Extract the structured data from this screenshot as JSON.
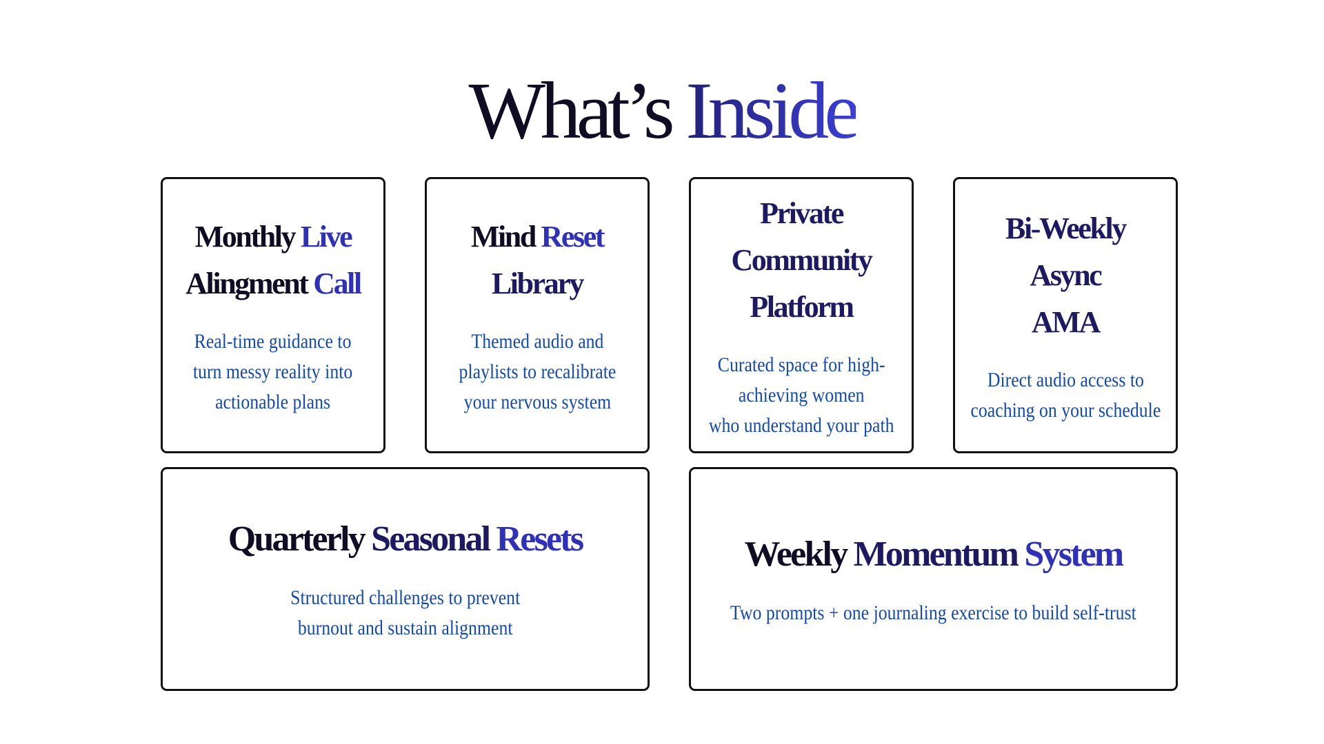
{
  "title": {
    "dark": "What’s",
    "accent": "Inside"
  },
  "cards": [
    {
      "title_lines": [
        [
          "Monthly",
          "Live"
        ],
        [
          "Alingment",
          "Call"
        ]
      ],
      "desc_lines": [
        "Real-time guidance to",
        "turn messy reality into",
        "actionable plans"
      ]
    },
    {
      "title_lines": [
        [
          "Mind",
          "Reset"
        ],
        [
          "Library"
        ]
      ],
      "desc_lines": [
        "Themed audio and",
        "playlists to recalibrate",
        "your nervous system"
      ]
    },
    {
      "title_lines": [
        [
          "Private"
        ],
        [
          "Community"
        ],
        [
          "Platform"
        ]
      ],
      "desc_lines": [
        "Curated space for high-",
        "achieving women",
        "who understand your path"
      ]
    },
    {
      "title_lines": [
        [
          "Bi-Weekly"
        ],
        [
          "Async"
        ],
        [
          "AMA"
        ]
      ],
      "desc_lines": [
        "Direct audio access to",
        "coaching on your schedule"
      ]
    },
    {
      "title_lines": [
        [
          "Quarterly",
          "Seasonal",
          "Resets"
        ]
      ],
      "desc_lines": [
        "Structured challenges to prevent",
        "burnout and sustain alignment"
      ]
    },
    {
      "title_lines": [
        [
          "Weekly",
          "Momentum",
          "System"
        ]
      ],
      "desc_lines": [
        "Two prompts + one journaling exercise to build self-trust"
      ]
    }
  ],
  "colors": {
    "title_dark": "#0f0c24",
    "title_accent": "#2d2fa8",
    "description": "#1549ae",
    "border": "#111111"
  }
}
